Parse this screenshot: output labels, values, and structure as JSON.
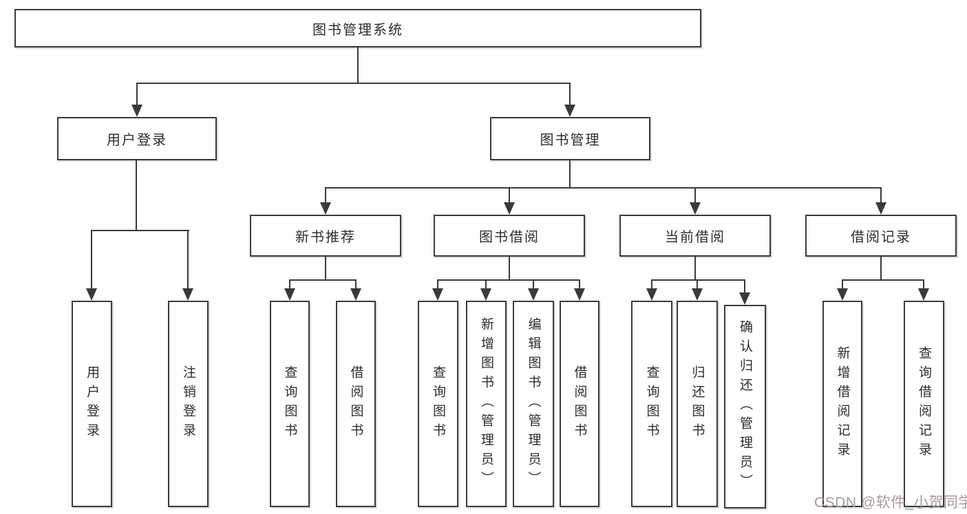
{
  "tree": {
    "label": "图书管理系统",
    "children": [
      {
        "label": "用户登录",
        "children": [
          {
            "label": "用户登录"
          },
          {
            "label": "注销登录"
          }
        ]
      },
      {
        "label": "图书管理",
        "children": [
          {
            "label": "新书推荐",
            "children": [
              {
                "label": "查询图书"
              },
              {
                "label": "借阅图书"
              }
            ]
          },
          {
            "label": "图书借阅",
            "children": [
              {
                "label": "查询图书"
              },
              {
                "label": "新增图书（管理员）"
              },
              {
                "label": "编辑图书（管理员）"
              },
              {
                "label": "借阅图书"
              }
            ]
          },
          {
            "label": "当前借阅",
            "children": [
              {
                "label": "查询图书"
              },
              {
                "label": "归还图书"
              },
              {
                "label": "确认归还（管理员）"
              }
            ]
          },
          {
            "label": "借阅记录",
            "children": [
              {
                "label": "新增借阅记录"
              },
              {
                "label": "查询借阅记录"
              }
            ]
          }
        ]
      }
    ]
  },
  "watermark": {
    "text": "CSDN @软件_小贺同学"
  },
  "colors": {
    "line": "#3a3a3a",
    "box_border": "#3a3a3a",
    "text": "#2d2d2d",
    "background": "#ffffff",
    "watermark": "#a59a9a"
  }
}
